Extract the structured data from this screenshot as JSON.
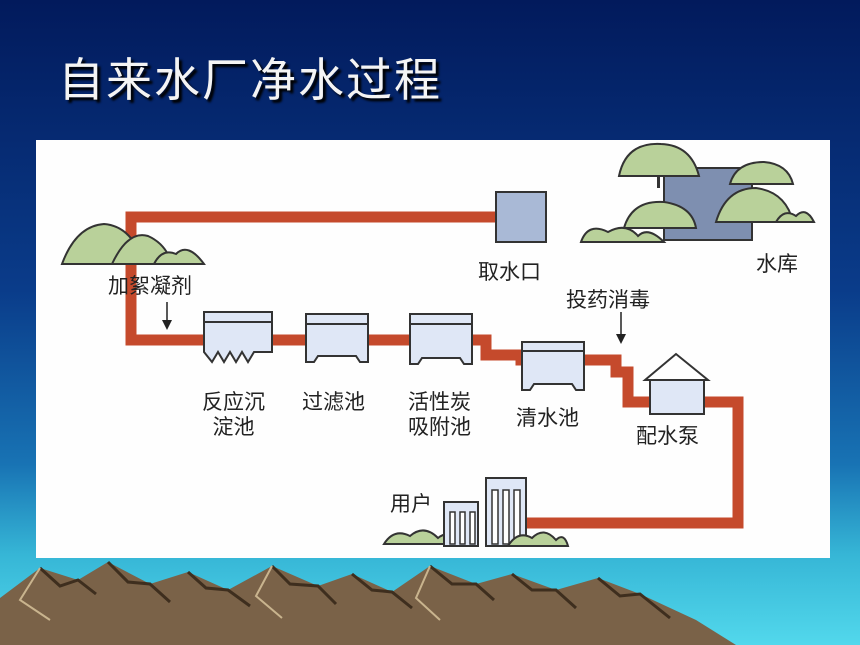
{
  "slide": {
    "title": "自来水厂净水过程"
  },
  "diagram": {
    "labels": {
      "intake": "取水口",
      "reservoir": "水库",
      "coagulant": "加絮凝剂",
      "disinfect": "投药消毒",
      "sedimentation_l1": "反应沉",
      "sedimentation_l2": "淀池",
      "filter": "过滤池",
      "carbon_l1": "活性炭",
      "carbon_l2": "吸附池",
      "clear_water": "清水池",
      "pump": "配水泵",
      "user": "用户"
    },
    "colors": {
      "pipe": "#c54a2c",
      "tank": "#dfe7f6",
      "intake_box": "#a9b9d6",
      "reservoir_water": "#7e8fb0",
      "vegetation": "#b9d19a"
    }
  }
}
